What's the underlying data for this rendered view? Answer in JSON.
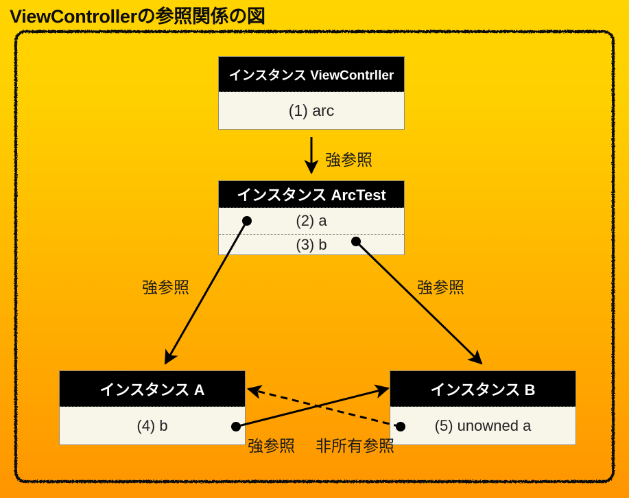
{
  "title": "ViewControllerの参照関係の図",
  "theme": {
    "bg_top": "#FFD400",
    "bg_bottom": "#FF9500",
    "frame_stroke": "#111111",
    "node_header_bg": "#000000",
    "node_header_fg": "#FFFFFF",
    "node_body_bg": "#F8F5E9",
    "node_body_fg": "#222222",
    "edge_stroke": "#000000"
  },
  "nodes": [
    {
      "id": "viewcontroller",
      "header": "インスタンス ViewContrller",
      "rows": [
        "(1) arc"
      ]
    },
    {
      "id": "arctest",
      "header": "インスタンス ArcTest",
      "rows": [
        "(2) a",
        "(3) b"
      ]
    },
    {
      "id": "instance-a",
      "header": "インスタンス A",
      "rows": [
        "(4) b"
      ]
    },
    {
      "id": "instance-b",
      "header": "インスタンス B",
      "rows": [
        "(5) unowned a"
      ]
    }
  ],
  "edges": [
    {
      "id": "vc-to-arctest",
      "label": "強参照",
      "style": "solid"
    },
    {
      "id": "arctest-a-to-a",
      "label": "強参照",
      "style": "solid"
    },
    {
      "id": "arctest-b-to-b",
      "label": "強参照",
      "style": "solid"
    },
    {
      "id": "a-to-b",
      "label": "強参照",
      "style": "solid"
    },
    {
      "id": "b-to-a",
      "label": "非所有参照",
      "style": "dashed"
    }
  ]
}
